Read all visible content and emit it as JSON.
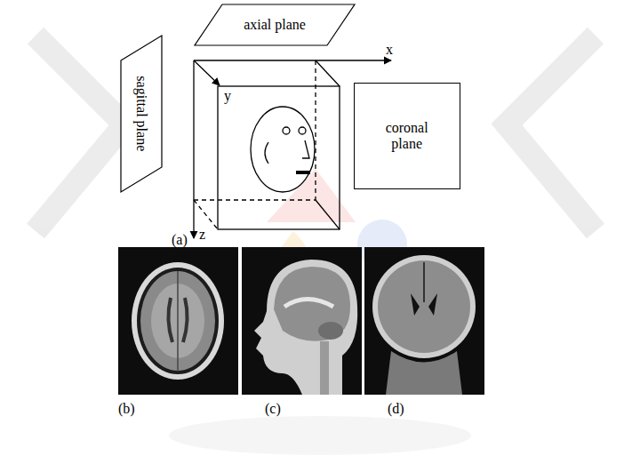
{
  "diagram": {
    "nodes": [
      {
        "text": [
          "axial plane"
        ]
      },
      {
        "text": [
          "sagittal plane"
        ]
      },
      {
        "text": [
          "coronal plane"
        ]
      }
    ],
    "labels": [
      "x",
      "y",
      "z",
      "(a)",
      "(b)",
      "(c)",
      "(d)"
    ]
  }
}
